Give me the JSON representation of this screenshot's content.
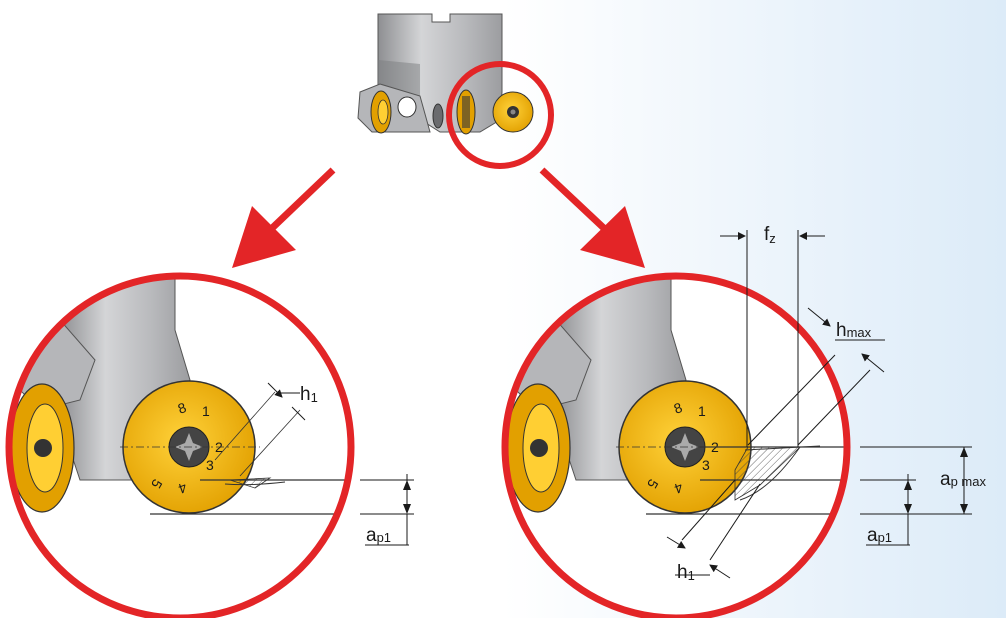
{
  "labels": {
    "h1_left": "h",
    "h1_left_sub": "1",
    "ap1_left": "a",
    "ap1_left_sub": "p1",
    "fz": "f",
    "fz_sub": "z",
    "hmax": "h",
    "hmax_sub": "max",
    "ap_max": "a",
    "ap_max_sub": "p max",
    "ap1_right": "a",
    "ap1_right_sub": "p1",
    "h1_right": "h",
    "h1_right_sub": "1"
  },
  "insert_numbers": [
    "1",
    "2",
    "3",
    "4",
    "5",
    "8"
  ],
  "colors": {
    "circle": "#e32527",
    "insert": "#f2b200",
    "insert_dark": "#c98a00",
    "tool_body": "#c9cacc",
    "tool_shadow": "#8e8f92",
    "bg_gradient_end": "#dcebf8"
  }
}
